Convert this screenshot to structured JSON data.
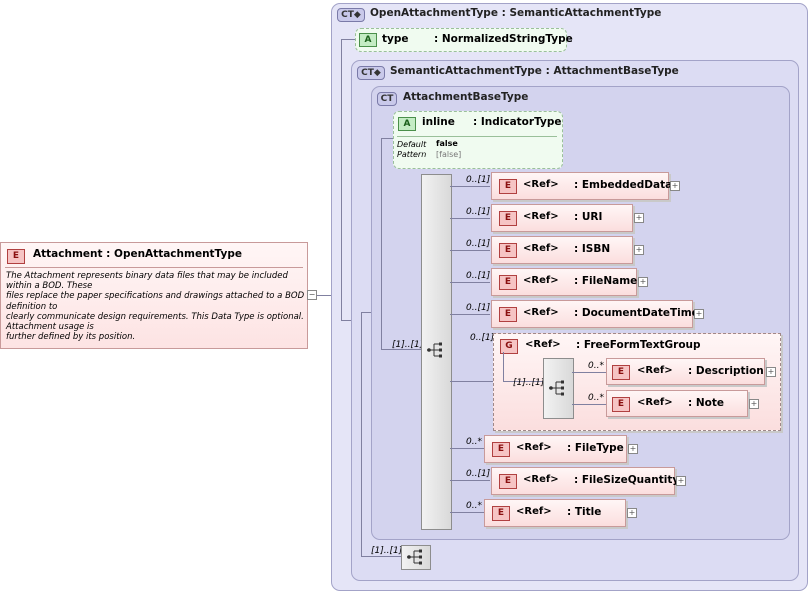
{
  "root": {
    "badge": "E",
    "title": "Attachment : OpenAttachmentType",
    "doc": [
      "The Attachment represents binary data files that may be included within a BOD. These",
      "files replace the paper specifications and drawings attached to a BOD definition to",
      "clearly communicate design requirements. This Data Type is optional. Attachment usage is",
      "further defined by its position."
    ],
    "collapse": "−"
  },
  "open_type": {
    "badge": "CT",
    "title": "OpenAttachmentType : SemanticAttachmentType",
    "attr": {
      "badge": "A",
      "name": "type",
      "type": ": NormalizedStringType"
    }
  },
  "semantic_type": {
    "badge": "CT",
    "title": "SemanticAttachmentType : AttachmentBaseType"
  },
  "base_type": {
    "badge": "CT",
    "title": "AttachmentBaseType",
    "attr": {
      "badge": "A",
      "name": "inline",
      "type": ": IndicatorType",
      "default_label": "Default",
      "default_value": "false",
      "pattern_label": "Pattern",
      "pattern_value": "[false]"
    }
  },
  "sequence_card": "[1]..[1]",
  "outer_sequence_card": "[1]..[1]",
  "elements": [
    {
      "card": "0..[1]",
      "ref": "<Ref>",
      "name": ": EmbeddedData"
    },
    {
      "card": "0..[1]",
      "ref": "<Ref>",
      "name": ": URI"
    },
    {
      "card": "0..[1]",
      "ref": "<Ref>",
      "name": ": ISBN"
    },
    {
      "card": "0..[1]",
      "ref": "<Ref>",
      "name": ": FileName"
    },
    {
      "card": "0..[1]",
      "ref": "<Ref>",
      "name": ": DocumentDateTime"
    }
  ],
  "group": {
    "card": "0..[1]",
    "badge": "G",
    "ref": "<Ref>",
    "name": ": FreeFormTextGroup",
    "seq_card": "[1]..[1]",
    "children": [
      {
        "card": "0..*",
        "ref": "<Ref>",
        "name": ": Description"
      },
      {
        "card": "0..*",
        "ref": "<Ref>",
        "name": ": Note"
      }
    ]
  },
  "elements_after": [
    {
      "card": "0..*",
      "ref": "<Ref>",
      "name": ": FileType"
    },
    {
      "card": "0..[1]",
      "ref": "<Ref>",
      "name": ": FileSizeQuantity"
    },
    {
      "card": "0..*",
      "ref": "<Ref>",
      "name": ": Title"
    }
  ],
  "badges": {
    "element": "E",
    "plus": "+"
  },
  "colors": {
    "complex_type_bg": "#e5e5f7",
    "element_bg": "#fbdede",
    "attribute_bg": "#f0fbf0",
    "border": "#a3a3c8"
  }
}
